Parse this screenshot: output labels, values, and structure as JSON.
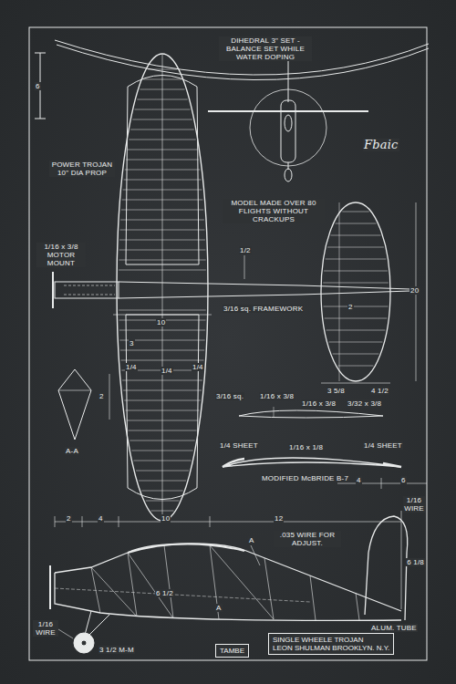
{
  "diagram": {
    "nodes": [
      {
        "text": [
          "TAMBE"
        ]
      },
      {
        "text": [
          "SINGLE WHEELE TROJAN",
          "LEON SHULMAN BROOKLYN. N.Y."
        ]
      }
    ],
    "labels": [
      "DIHEDRAL 3\" SET - BALANCE SET WHILE WATER DOPING",
      "6",
      "POWER TROJAN 10\" DIA PROP",
      "Fbaic",
      "MODEL MADE OVER 80 FLIGHTS WITHOUT CRACKUPS",
      "1/16 x 3/8 MOTOR MOUNT",
      "1/2",
      "3/16 sq. FRAMEWORK",
      "10",
      "3",
      "1/4",
      "1/4",
      "1/4",
      "2",
      "A-A",
      "2",
      "20",
      "3 5/8",
      "4 1/2",
      "3/16 sq.",
      "1/16 x 3/8",
      "1/16 x 3/8",
      "3/32 x 3/8",
      "1/4 SHEET",
      "1/16 x 1/8",
      "1/4 SHEET",
      "MODIFIED McBRIDE B-7",
      "2",
      "4",
      "10",
      "12",
      "4",
      "6",
      "1/16 WIRE",
      ".035 WIRE FOR ADJUST.",
      "A",
      "A",
      "6 1/8",
      "6 1/2",
      "ALUM. TUBE",
      "1/16 WIRE",
      "3 1/2 M-M"
    ]
  }
}
